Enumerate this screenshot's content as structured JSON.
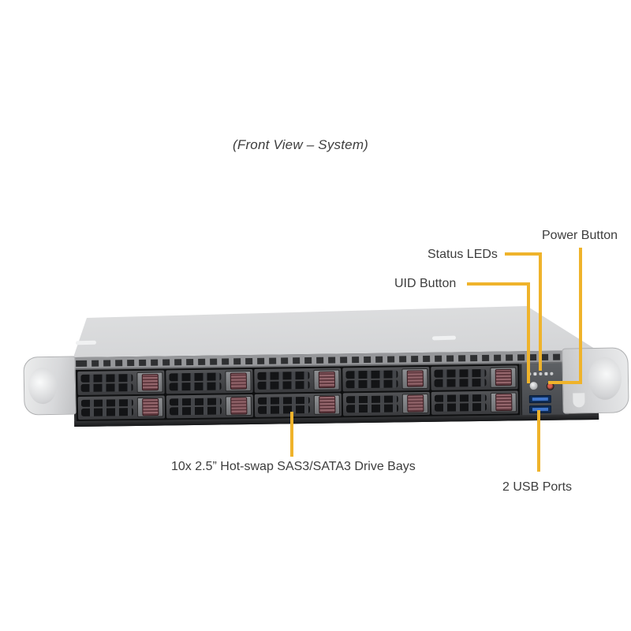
{
  "figure": {
    "title": "(Front View – System)",
    "description": "1U rackmount server front view with hot-swap drive bays, front control panel and annotated callouts"
  },
  "callouts": {
    "power_button": "Power Button",
    "status_leds": "Status LEDs",
    "uid_button": "UID Button",
    "drive_bays": "10x 2.5” Hot-swap SAS3/SATA3 Drive Bays",
    "usb_ports": "2 USB Ports"
  },
  "server": {
    "drive_count": 10,
    "drive_rows": 2,
    "drive_columns": 5,
    "control_panel": {
      "led_icons": [
        "info-led-icon",
        "hdd-led-icon",
        "lan1-led-icon",
        "lan2-led-icon",
        "power-led-icon"
      ],
      "buttons": [
        "uid-button",
        "power-button"
      ],
      "usb_port_count": 2
    }
  },
  "colors": {
    "callout_line": "#EFB32B",
    "label_text": "#3D3D3D",
    "drive_latch": "#8D5B62",
    "usb_port": "#3F74C9"
  }
}
